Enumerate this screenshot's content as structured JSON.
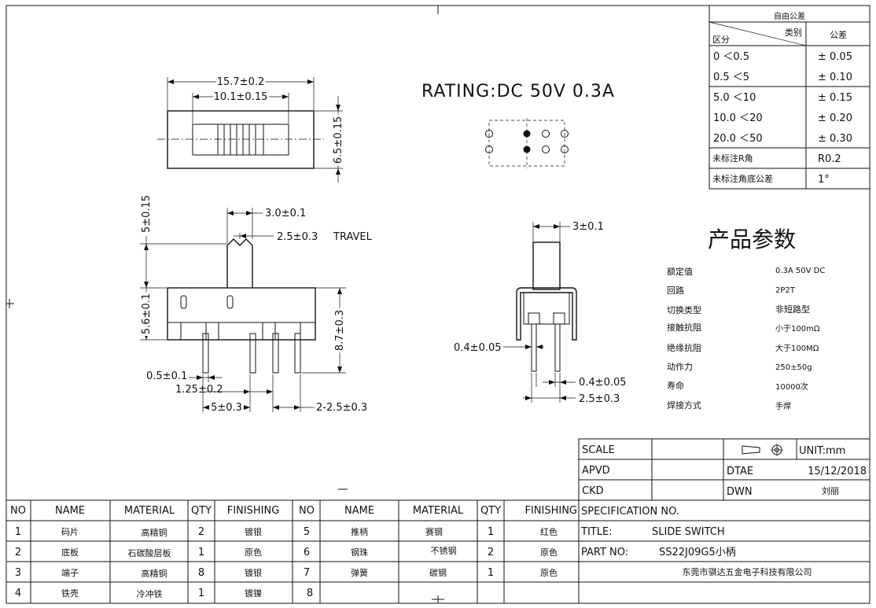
{
  "rating": "RATING:DC 50V 0.3A",
  "dims": {
    "d1": "15.7±0.2",
    "d2": "10.1±0.15",
    "d3": "6.5±0.15",
    "d4": "5±0.15",
    "d5": "3.0±0.1",
    "d6": "2.5±0.3",
    "travel": "TRAVEL",
    "d7": "5.6±0.1",
    "d8": "8.7±0.3",
    "d9": "0.5±0.1",
    "d10": "1.25±0.2",
    "d11": "5±0.3",
    "d12": "2-2.5±0.3",
    "d13": "3±0.1",
    "d14": "0.4±0.05",
    "d15": "0.4±0.05",
    "d16": "2.5±0.3"
  },
  "tolerance": {
    "header_top": "自由公差",
    "header_type": "类别",
    "header_zone": "区分",
    "header_tol": "公差",
    "rows": [
      {
        "range": "0 ＜0.5",
        "tol": "± 0.05"
      },
      {
        "range": "0.5 ＜5",
        "tol": "± 0.10"
      },
      {
        "range": "5.0 ＜10",
        "tol": "± 0.15"
      },
      {
        "range": "10.0 ＜20",
        "tol": "± 0.20"
      },
      {
        "range": "20.0 ＜50",
        "tol": "± 0.30"
      },
      {
        "range": "未标注R角",
        "tol": "R0.2"
      },
      {
        "range": "未标注角底公差",
        "tol": "1°"
      }
    ]
  },
  "params": {
    "title": "产品参数",
    "rows": [
      {
        "k": "额定值",
        "v": "0.3A 50V DC"
      },
      {
        "k": "回路",
        "v": "2P2T"
      },
      {
        "k": "切换类型",
        "v": "非短路型"
      },
      {
        "k": "接触抗阻",
        "v": "小于100mΩ"
      },
      {
        "k": "绝缘抗阻",
        "v": "大于100MΩ"
      },
      {
        "k": "动作力",
        "v": "250±50g"
      },
      {
        "k": "寿命",
        "v": "10000次"
      },
      {
        "k": "焊接方式",
        "v": "手焊"
      }
    ]
  },
  "titleblock": {
    "scale": "SCALE",
    "unit": "UNIT:mm",
    "apvd": "APVD",
    "dtae": "DTAE",
    "date": "15/12/2018",
    "ckd": "CKD",
    "dwn": "DWN",
    "drawer": "刘丽",
    "spec": "SPECIFICATION NO.",
    "title_label": "TITLE:",
    "title_value": "SLIDE SWITCH",
    "part_label": "PART NO:",
    "part_value": "SS22J09G5小柄",
    "company": "东莞市骐达五金电子科技有限公司"
  },
  "bom": {
    "headers": [
      "NO",
      "NAME",
      "MATERIAL",
      "QTY",
      "FINISHING"
    ],
    "left": [
      [
        "1",
        "码片",
        "高精铜",
        "2",
        "镀银"
      ],
      [
        "2",
        "底板",
        "石碳酸层板",
        "1",
        "原色"
      ],
      [
        "3",
        "端子",
        "高精铜",
        "8",
        "镀银"
      ],
      [
        "4",
        "铁壳",
        "冷冲铁",
        "1",
        "镀镍"
      ]
    ],
    "right": [
      [
        "5",
        "推柄",
        "赛钢",
        "1",
        "红色"
      ],
      [
        "6",
        "钢珠",
        "不锈钢",
        "2",
        "原色"
      ],
      [
        "7",
        "弹簧",
        "碳钢",
        "1",
        "原色"
      ],
      [
        "8",
        "",
        "",
        "",
        ""
      ]
    ]
  }
}
